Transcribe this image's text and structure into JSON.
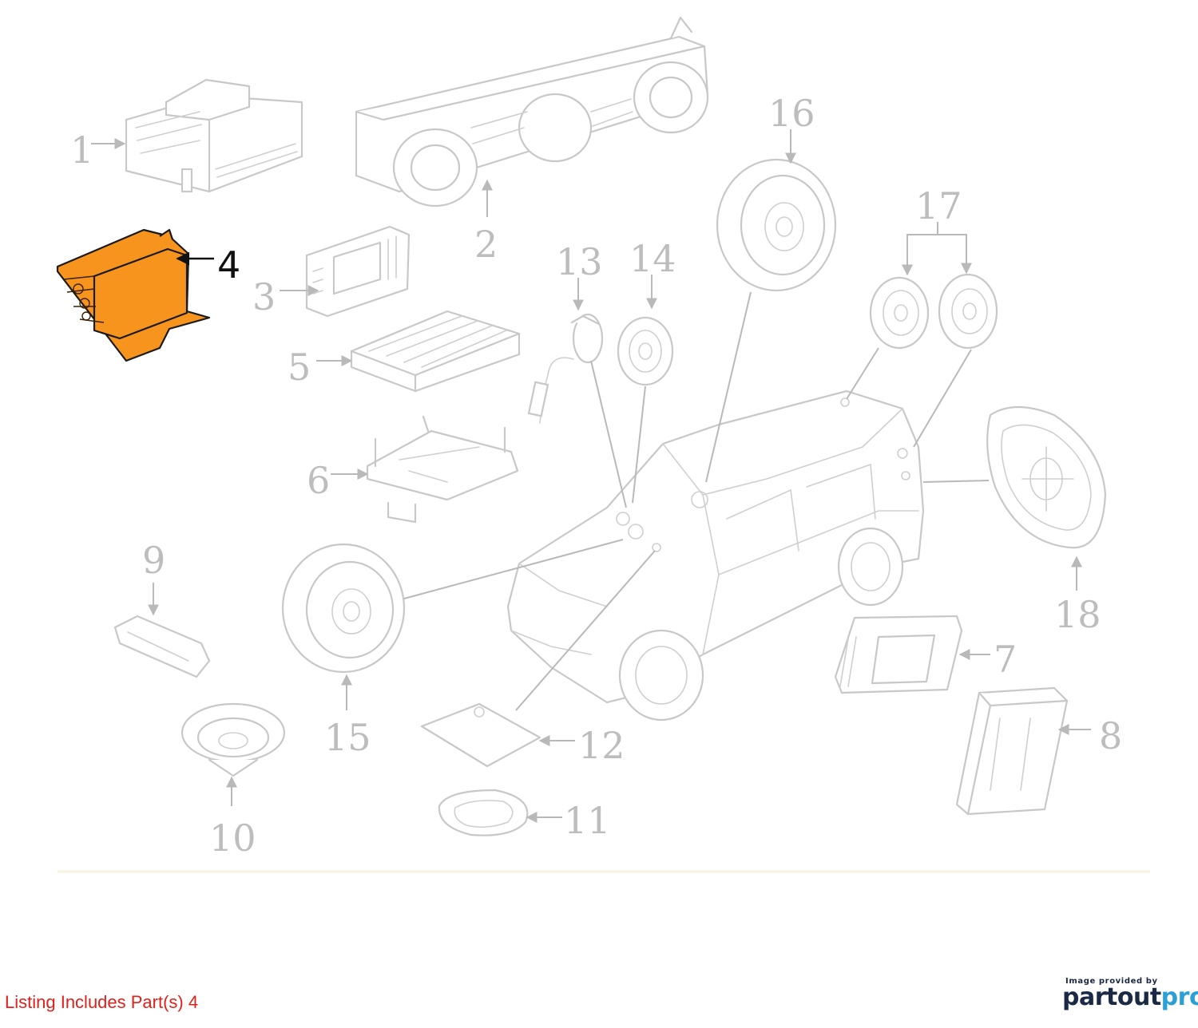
{
  "diagram": {
    "callouts": [
      "1",
      "2",
      "3",
      "4",
      "5",
      "6",
      "7",
      "8",
      "9",
      "10",
      "11",
      "12",
      "13",
      "14",
      "15",
      "16",
      "17",
      "18"
    ],
    "highlighted_part": "4",
    "highlight_color": "#f7941d"
  },
  "footer": {
    "listing_caption": "Listing Includes Part(s) 4",
    "credit_text": "Image provided by",
    "logo_part1": "partout",
    "logo_part2": "pro",
    "caption_color": "#e0201b",
    "logo_color_dark": "#1b2a44",
    "logo_color_accent": "#2aa0d4"
  }
}
